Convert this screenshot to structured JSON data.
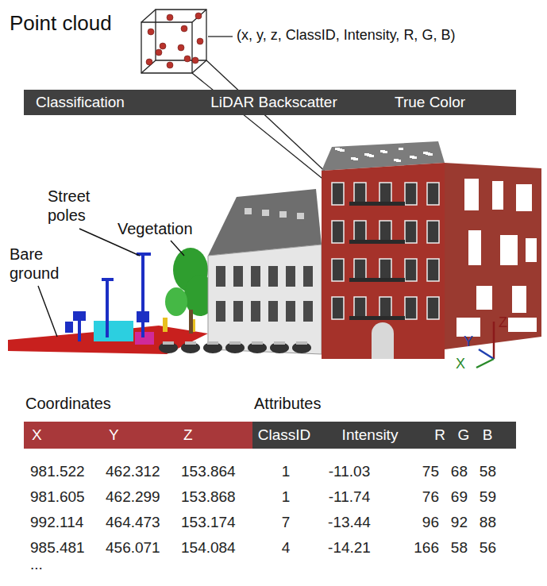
{
  "diagram": {
    "title": "Point cloud",
    "nodes": [
      {
        "text": [
          "Classification",
          "LiDAR Backscatter",
          "True Color"
        ]
      },
      {
        "text": [
          "X",
          "Y",
          "Z"
        ]
      },
      {
        "text": [
          "ClassID",
          "Intensity",
          "R",
          "G",
          "B"
        ]
      }
    ],
    "labels": [
      "(x, y, z, ClassID, Intensity, R, G, B)",
      "Street poles",
      "Vegetation",
      "Bare ground",
      "X",
      "Y",
      "Z",
      "Coordinates",
      "Attributes",
      "981.522",
      "462.312",
      "153.864",
      "1",
      "-11.03",
      "75",
      "68",
      "58",
      "981.605",
      "462.299",
      "153.868",
      "1",
      "-11.74",
      "76",
      "69",
      "59",
      "992.114",
      "464.473",
      "153.174",
      "7",
      "-13.44",
      "96",
      "92",
      "88",
      "985.481",
      "456.071",
      "154.084",
      "4",
      "-14.21",
      "166",
      "58",
      "56",
      "..."
    ]
  }
}
